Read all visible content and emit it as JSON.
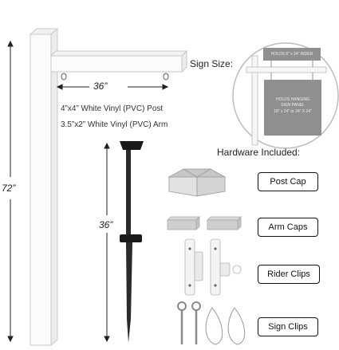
{
  "dimensions": {
    "arm_width": "36”",
    "post_height": "72”",
    "stake_height": "36”"
  },
  "specs": {
    "post": "4”x4” White Vinyl (PVC) Post",
    "arm": "3.5”x2” White Vinyl (PVC) Arm"
  },
  "sign_size": {
    "label": "Sign Size:",
    "rider_text": "HOLDS 6” x 24” RIDER",
    "panel_text_1": "HOLDS HANGING",
    "panel_text_2": "SIGN PANEL",
    "panel_text_3": "18” x 24” or 24” X 24”"
  },
  "hardware": {
    "title": "Hardware Included:",
    "items": [
      "Post Cap",
      "Arm Caps",
      "Rider Clips",
      "Sign Clips"
    ]
  }
}
